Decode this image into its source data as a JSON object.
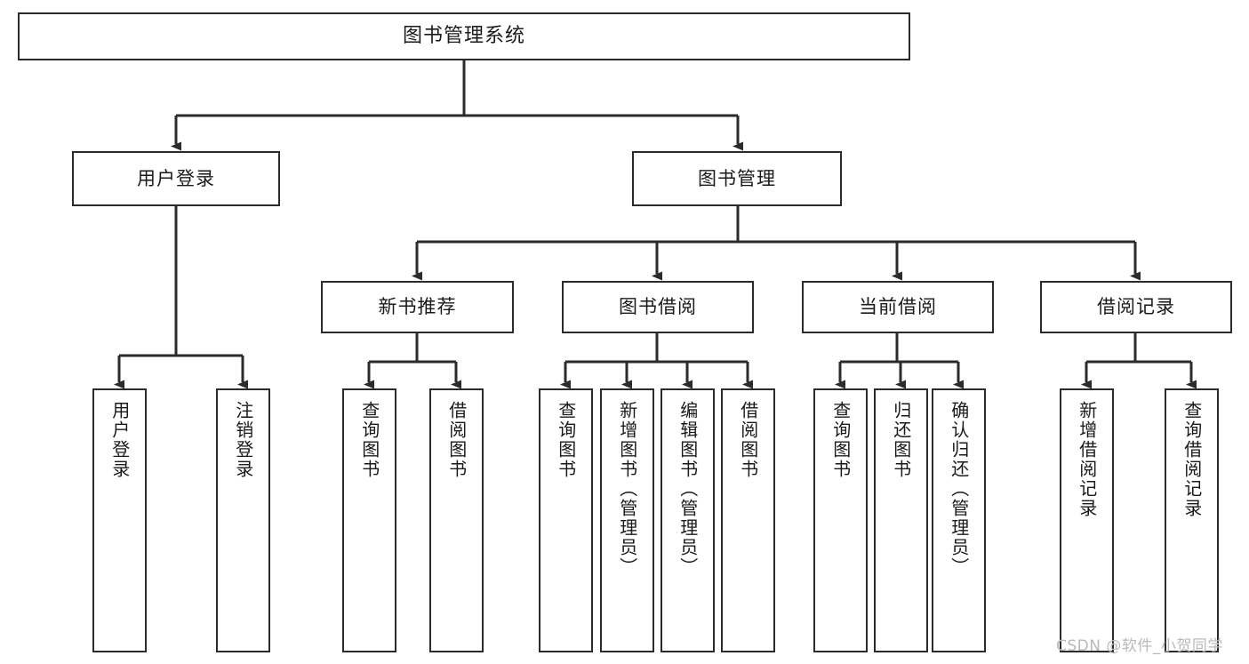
{
  "diagram": {
    "title": "图书管理系统",
    "type": "functional-decomposition-tree",
    "watermark": "CSDN @软件_小贺同学",
    "colors": {
      "background": "#ffffff",
      "node_border": "#2b2b2b",
      "node_fill": "#ffffff",
      "connector": "#2b2b2b",
      "text": "#1a1a1a",
      "watermark": "#b9b9b9"
    },
    "root": {
      "label": "图书管理系统"
    },
    "level1": [
      {
        "label": "用户登录"
      },
      {
        "label": "图书管理"
      }
    ],
    "level2": [
      {
        "label": "新书推荐"
      },
      {
        "label": "图书借阅"
      },
      {
        "label": "当前借阅"
      },
      {
        "label": "借阅记录"
      }
    ],
    "leaves": [
      {
        "label": "用户登录",
        "parent": "用户登录"
      },
      {
        "label": "注销登录",
        "parent": "用户登录"
      },
      {
        "label": "查询图书",
        "parent": "新书推荐"
      },
      {
        "label": "借阅图书",
        "parent": "新书推荐"
      },
      {
        "label": "查询图书",
        "parent": "图书借阅"
      },
      {
        "label": "新增图书（管理员）",
        "parent": "图书借阅"
      },
      {
        "label": "编辑图书（管理员）",
        "parent": "图书借阅"
      },
      {
        "label": "借阅图书",
        "parent": "图书借阅"
      },
      {
        "label": "查询图书",
        "parent": "当前借阅"
      },
      {
        "label": "归还图书",
        "parent": "当前借阅"
      },
      {
        "label": "确认归还（管理员）",
        "parent": "当前借阅"
      },
      {
        "label": "新增借阅记录",
        "parent": "借阅记录"
      },
      {
        "label": "查询借阅记录",
        "parent": "借阅记录"
      }
    ]
  }
}
